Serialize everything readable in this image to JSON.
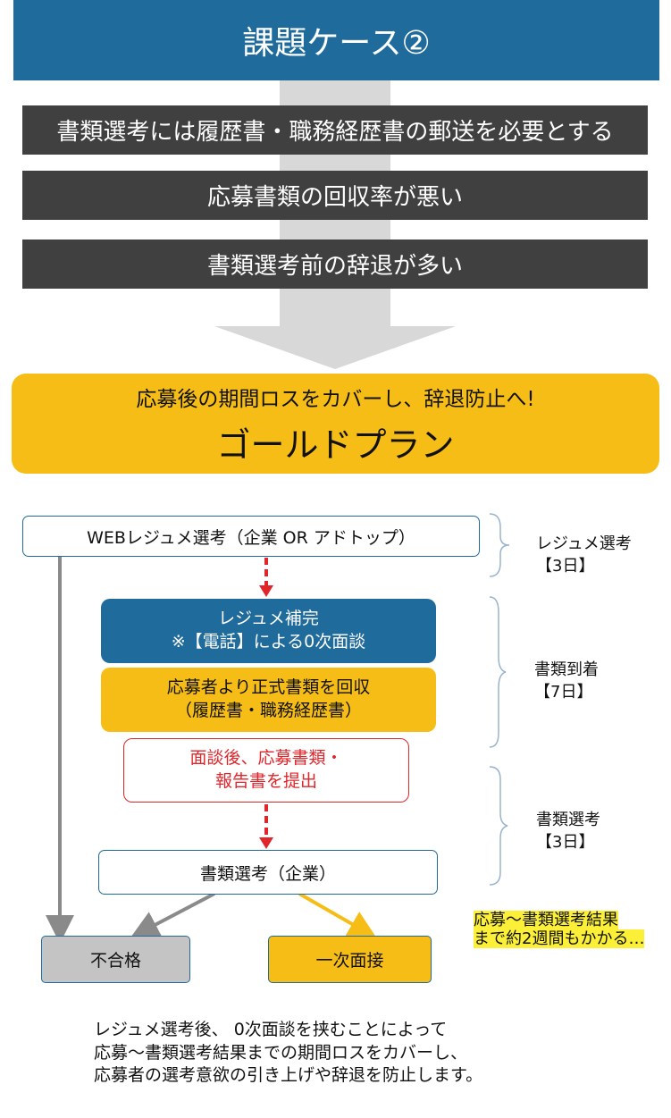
{
  "header": {
    "title": "課題ケース②"
  },
  "issues": [
    "書類選考には履歴書・職務経歴書の郵送を必要とする",
    "応募書類の回収率が悪い",
    "書類選考前の辞退が多い"
  ],
  "plan": {
    "subtitle": "応募後の期間ロスをカバーし、辞退防止へ!",
    "name": "ゴールドプラン"
  },
  "flow": {
    "web": "WEBレジュメ選考（企業 OR アドトップ）",
    "resume_line1": "レジュメ補完",
    "resume_line2": "※【電話】による0次面談",
    "collect_line1": "応募者より正式書類を回収",
    "collect_line2": "（履歴書・職務経歴書）",
    "report_line1": "面談後、応募書類・",
    "report_line2": "報告書を提出",
    "screening": "書類選考（企業）",
    "fail": "不合格",
    "first_interview": "一次面接"
  },
  "phases": [
    {
      "name": "レジュメ選考",
      "days": "【3日】"
    },
    {
      "name": "書類到着",
      "days": "【7日】"
    },
    {
      "name": "書類選考",
      "days": "【3日】"
    }
  ],
  "note": {
    "line1": "応募〜書類選考結果",
    "line2": "まで約2週間もかかる…"
  },
  "footer": {
    "line1": "レジュメ選考後、 0次面談を挟むことによって",
    "line2": "応募〜書類選考結果までの期間ロスをカバーし、",
    "line3": "応募者の選考意欲の引き上げや辞退を防止します。"
  },
  "colors": {
    "blue": "#1f6b9b",
    "gold": "#f6bd17",
    "dark": "#404040",
    "red": "#e0262b",
    "grey": "#c4c4c4",
    "highlight": "#fbef38"
  }
}
